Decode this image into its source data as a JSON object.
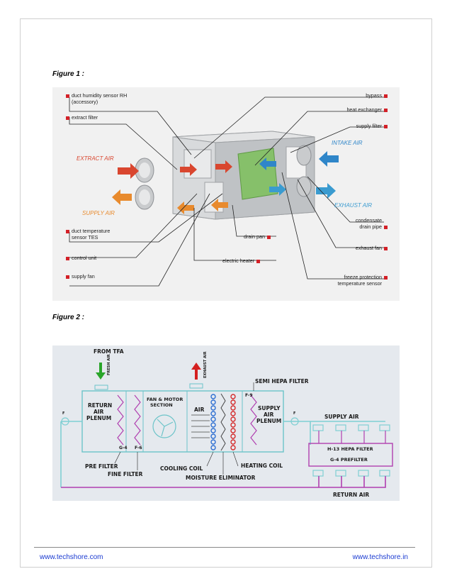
{
  "figure1": {
    "caption": "Figure 1 :",
    "labels": {
      "duct_humidity_1": "duct humidity sensor RH",
      "duct_humidity_2": "(accessory)",
      "extract_filter": "extract filter",
      "duct_temp_1": "duct temperature",
      "duct_temp_2": "sensor TES",
      "control_unit": "control unit",
      "supply_fan": "supply fan",
      "bypass": "bypass",
      "heat_exchanger": "heat exchanger",
      "supply_filter": "supply filter",
      "condensate_1": "condensate",
      "condensate_2": "drain pipe",
      "exhaust_fan": "exhaust fan",
      "freeze_1": "freeze protection",
      "freeze_2": "temperature sensor",
      "drain_pan": "drain pan",
      "electric_heater": "electric heater"
    },
    "flows": {
      "extract_air": "EXTRACT AIR",
      "supply_air": "SUPPLY AIR",
      "intake_air": "INTAKE AIR",
      "exhaust_air": "EXHAUST AIR"
    },
    "colors": {
      "marker": "#d32027",
      "extract": "#d9462f",
      "supply": "#e88a2d",
      "intake": "#2f86c9",
      "exhaust": "#3a9bd0",
      "exchanger": "#86c06a"
    }
  },
  "figure2": {
    "caption": "Figure 2 :",
    "labels": {
      "from_tfa": "FROM TFA",
      "fresh_air": "FRESH AIR",
      "exhaust_air": "EXHAUST AIR",
      "semi_hepa": "SEMI HEPA FILTER",
      "return_plenum_1": "RETURN",
      "return_plenum_2": "AIR",
      "return_plenum_3": "PLENUM",
      "fan_motor_1": "FAN & MOTOR",
      "fan_motor_2": "SECTION",
      "air": "AIR",
      "f9": "F-9",
      "supply_plenum_1": "SUPPLY",
      "supply_plenum_2": "AIR",
      "supply_plenum_3": "PLENUM",
      "supply_air": "SUPPLY AIR",
      "h13": "H-13 HEPA FILTER",
      "g4_prefilter": "G-4 PREFILTER",
      "g4": "G-4",
      "f6": "F-6",
      "pre_filter": "PRE FILTER",
      "fine_filter": "FINE FILTER",
      "cooling_coil": "COOLING COIL",
      "heating_coil": "HEATING COIL",
      "moisture_eliminator": "MOISTURE ELIMINATOR",
      "return_air": "RETURN AIR",
      "f_left": "F",
      "f_right": "F"
    },
    "colors": {
      "duct": "#7fcfd3",
      "return": "#b03fb0",
      "fresh": "#2aa52a",
      "exhaust": "#d42020",
      "coil_blue": "#2d6fd2",
      "coil_red": "#d42b2b"
    }
  },
  "footer": {
    "left_link": "www.techshore.com",
    "right_link": "www.techshore.in"
  }
}
